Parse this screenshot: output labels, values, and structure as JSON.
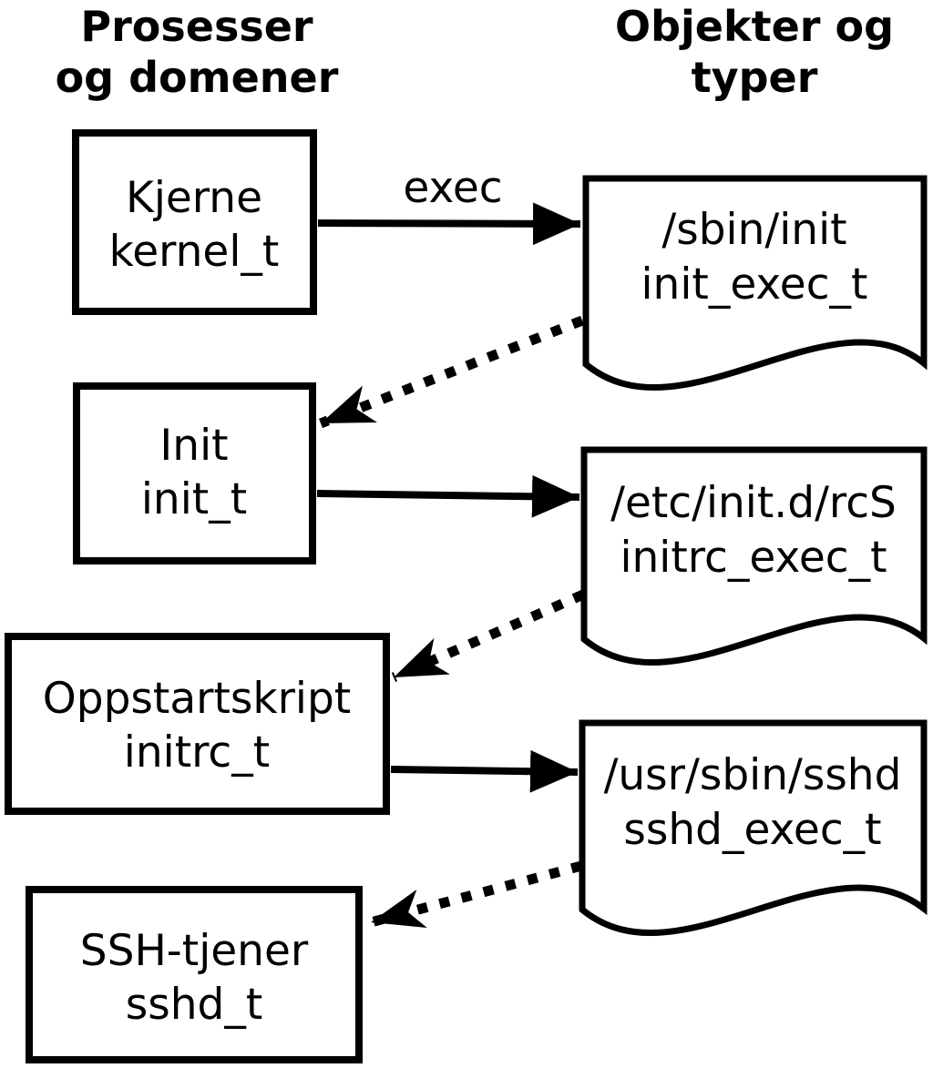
{
  "diagram": {
    "column_headers": {
      "left": {
        "line1": "Prosesser",
        "line2": "og domener"
      },
      "right": {
        "line1": "Objekter og",
        "line2": "typer"
      }
    },
    "processes": [
      {
        "label": "Kjerne",
        "type": "kernel_t"
      },
      {
        "label": "Init",
        "type": "init_t"
      },
      {
        "label": "Oppstartskript",
        "type": "initrc_t"
      },
      {
        "label": "SSH-tjener",
        "type": "sshd_t"
      }
    ],
    "objects": [
      {
        "path": "/sbin/init",
        "type": "init_exec_t"
      },
      {
        "path": "/etc/init.d/rcS",
        "type": "initrc_exec_t"
      },
      {
        "path": "/usr/sbin/sshd",
        "type": "sshd_exec_t"
      }
    ],
    "edge_labels": {
      "exec": "exec"
    },
    "colors": {
      "ink": "#000000",
      "background": "#ffffff"
    }
  }
}
